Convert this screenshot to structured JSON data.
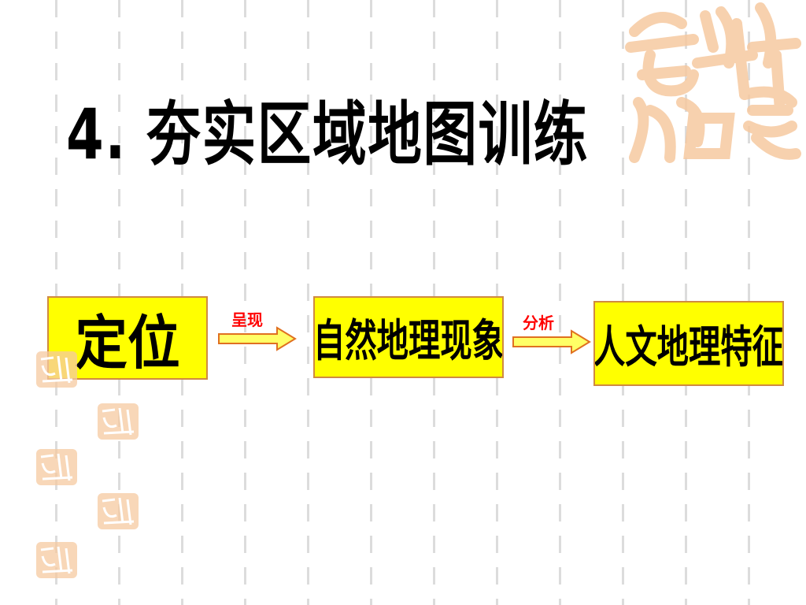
{
  "slide": {
    "title": "4. 夯实区域地图训练"
  },
  "flow": {
    "nodes": [
      {
        "id": "locate",
        "label": "定位"
      },
      {
        "id": "physical",
        "label": "自然地理现象"
      },
      {
        "id": "human",
        "label": "人文地理特征"
      }
    ],
    "edges": [
      {
        "from": "locate",
        "to": "physical",
        "label": "呈现"
      },
      {
        "from": "physical",
        "to": "human",
        "label": "分析"
      }
    ]
  },
  "colors": {
    "box_fill": "#ffff00",
    "box_border": "#d08a40",
    "arrow_fill": "#ffff66",
    "arrow_stroke": "#e07020",
    "edge_label": "#ff0000",
    "seal": "#f6c9a0"
  },
  "decorations": {
    "seal_text": "吉祥如意"
  }
}
